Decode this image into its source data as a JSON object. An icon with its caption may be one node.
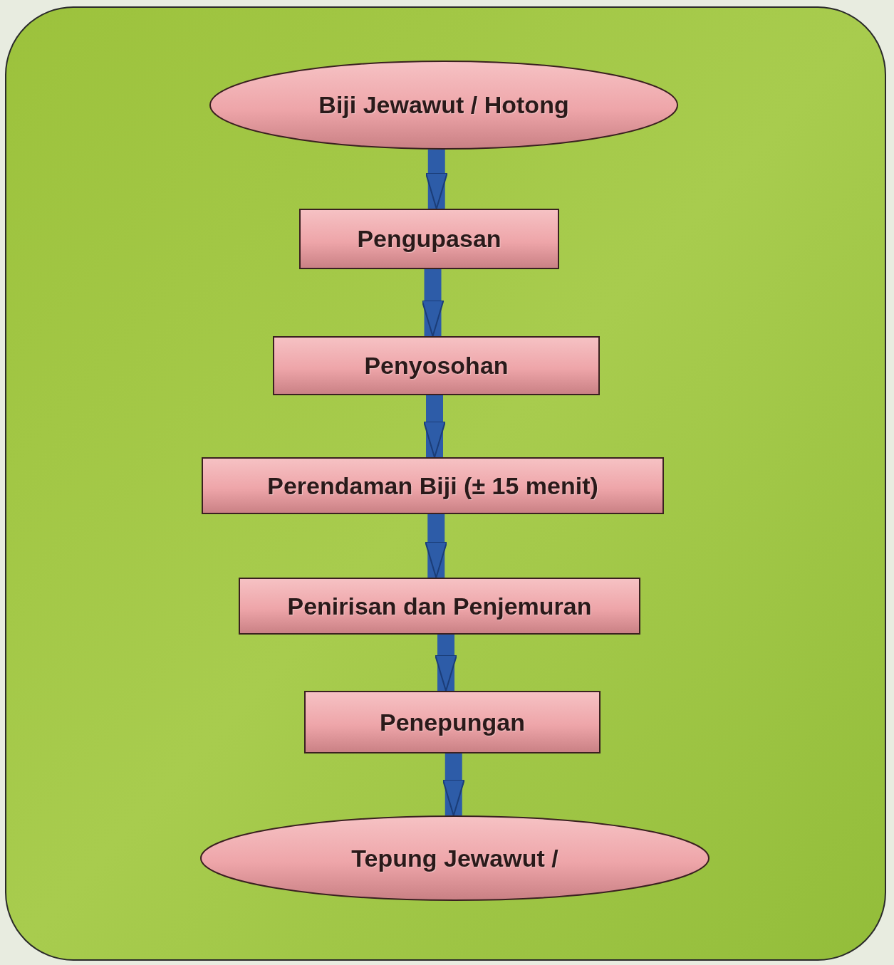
{
  "diagram": {
    "nodes": [
      {
        "text": [
          "Biji Jewawut / Hotong"
        ]
      },
      {
        "text": [
          "Pengupasan"
        ]
      },
      {
        "text": [
          "Penyosohan"
        ]
      },
      {
        "text": [
          "Perendaman Biji (± 15 menit)"
        ]
      },
      {
        "text": [
          "Penirisan dan Penjemuran"
        ]
      },
      {
        "text": [
          "Penepungan"
        ]
      },
      {
        "text": [
          "Tepung Jewawut /"
        ]
      }
    ],
    "edges": [
      {
        "from": 0,
        "to": 1,
        "arrow": "to"
      },
      {
        "from": 1,
        "to": 2,
        "arrow": "to"
      },
      {
        "from": 2,
        "to": 3,
        "arrow": "to"
      },
      {
        "from": 3,
        "to": 4,
        "arrow": "to"
      },
      {
        "from": 4,
        "to": 5,
        "arrow": "to"
      },
      {
        "from": 5,
        "to": 6,
        "arrow": "to"
      }
    ]
  }
}
